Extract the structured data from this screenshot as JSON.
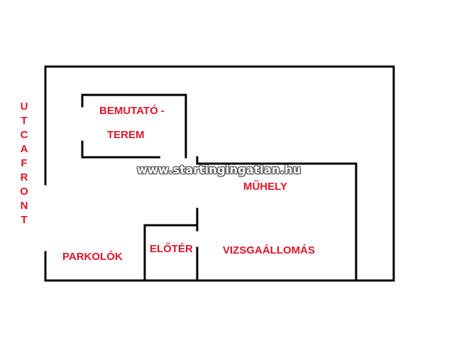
{
  "rooms": {
    "showroom_line1": "BEMUTATÓ  -",
    "showroom_line2": "TEREM",
    "workshop": "MŰHELY",
    "lobby": "ELŐTÉR",
    "inspection": "VIZSGAÁLLOMÁS",
    "parking": "PARKOLÓK"
  },
  "street_front": "UTCAFRONT",
  "watermark": "www.startingingatlan.hu",
  "colors": {
    "label": "#e0142a",
    "wall": "#000000",
    "background": "#ffffff"
  }
}
